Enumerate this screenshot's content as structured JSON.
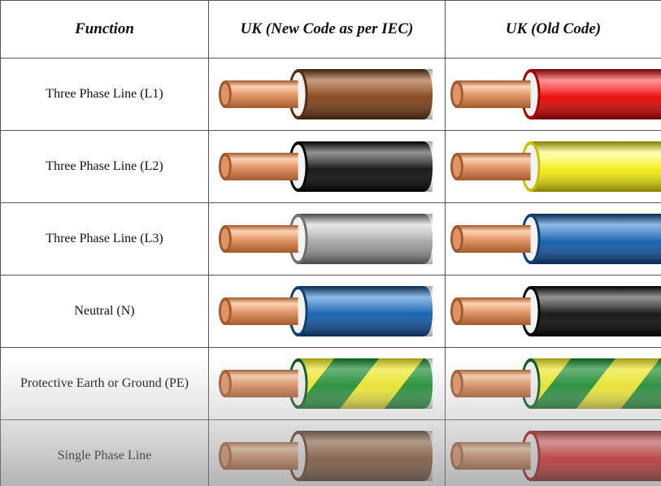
{
  "table": {
    "headers": {
      "function": "Function",
      "new_code": "UK (New Code as per IEC)",
      "old_code": "UK (Old Code)"
    },
    "rows": [
      {
        "function": "Three Phase Line (L1)",
        "new_color": "brown",
        "old_color": "red"
      },
      {
        "function": "Three Phase Line (L2)",
        "new_color": "black",
        "old_color": "yellow"
      },
      {
        "function": "Three Phase Line (L3)",
        "new_color": "grey",
        "old_color": "blue"
      },
      {
        "function": "Neutral (N)",
        "new_color": "blue",
        "old_color": "black"
      },
      {
        "function": "Protective Earth or Ground (PE)",
        "new_color": "green-yellow",
        "old_color": "green-yellow"
      },
      {
        "function": "Single Phase Line",
        "new_color": "brown",
        "old_color": "red"
      }
    ]
  },
  "colors": {
    "brown": {
      "light": "#a9693a",
      "mid": "#8a4c22",
      "dark": "#5a2d10"
    },
    "red": {
      "light": "#ff5b5b",
      "mid": "#ee1111",
      "dark": "#a80000"
    },
    "black": {
      "light": "#5a5a5a",
      "mid": "#1b1b1b",
      "dark": "#000000"
    },
    "yellow": {
      "light": "#ffff8a",
      "mid": "#f4ee22",
      "dark": "#c9c100"
    },
    "grey": {
      "light": "#dcdcdc",
      "mid": "#a9a9a9",
      "dark": "#6f6f6f"
    },
    "blue": {
      "light": "#4f95d8",
      "mid": "#1d64b2",
      "dark": "#0d3e78"
    },
    "green": {
      "light": "#36b04a",
      "mid": "#128c2a",
      "dark": "#06561a"
    },
    "copper": {
      "light": "#fbd2b2",
      "mid": "#e09466",
      "dark": "#a35a2e"
    }
  }
}
